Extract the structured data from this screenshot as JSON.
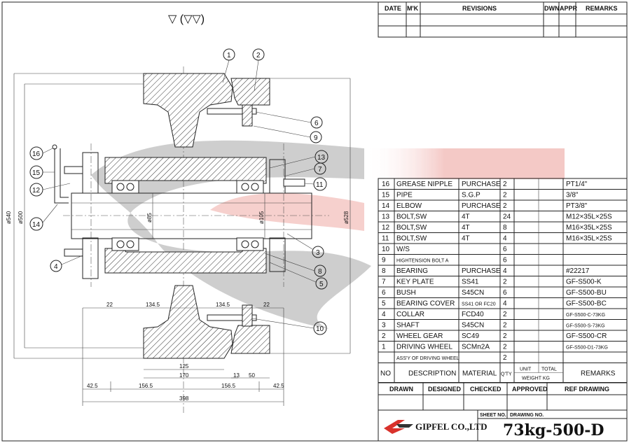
{
  "revisions": {
    "headers": [
      "DATE",
      "M'K",
      "REVISIONS",
      "DWN",
      "APPR",
      "REMARKS"
    ]
  },
  "surface_symbol": "▽ (▽▽)",
  "balloons": [
    "1",
    "2",
    "3",
    "4",
    "5",
    "6",
    "7",
    "8",
    "9",
    "10",
    "11",
    "12",
    "13",
    "14",
    "15",
    "16"
  ],
  "dimensions": {
    "d540": "ø540",
    "d500": "ø500",
    "d528": "ø528",
    "d85": "ø85",
    "d105": "ø105",
    "l22a": "22",
    "l134a": "134.5",
    "l134b": "134.5",
    "l22b": "22",
    "l125": "125",
    "l170": "170",
    "l13": "13",
    "l50": "50",
    "l42a": "42.5",
    "l156a": "156.5",
    "l156b": "156.5",
    "l42b": "42.5",
    "l398": "398"
  },
  "parts": [
    {
      "no": "16",
      "desc": "GREASE NIPPLE",
      "mat": "PURCHASE",
      "qty": "2",
      "rem": "PT1/4\""
    },
    {
      "no": "15",
      "desc": "PIPE",
      "mat": "S.G.P",
      "qty": "2",
      "rem": "3/8\""
    },
    {
      "no": "14",
      "desc": "ELBOW",
      "mat": "PURCHASE",
      "qty": "2",
      "rem": "PT3/8\""
    },
    {
      "no": "13",
      "desc": "BOLT,SW",
      "mat": "4T",
      "qty": "24",
      "rem": "M12×35L×25S"
    },
    {
      "no": "12",
      "desc": "BOLT,SW",
      "mat": "4T",
      "qty": "8",
      "rem": "M16×35L×25S"
    },
    {
      "no": "11",
      "desc": "BOLT,SW",
      "mat": "4T",
      "qty": "4",
      "rem": "M16×35L×25S"
    },
    {
      "no": "10",
      "desc": "W/S",
      "mat": "",
      "qty": "6",
      "rem": ""
    },
    {
      "no": "9",
      "desc": "HIGHTENSION BOLT A",
      "mat": "",
      "qty": "6",
      "rem": ""
    },
    {
      "no": "8",
      "desc": "BEARING",
      "mat": "PURCHASE",
      "qty": "4",
      "rem": "#22217"
    },
    {
      "no": "7",
      "desc": "KEY PLATE",
      "mat": "SS41",
      "qty": "2",
      "rem": "GF-S500-K"
    },
    {
      "no": "6",
      "desc": "BUSH",
      "mat": "S45CN",
      "qty": "6",
      "rem": "GF-S500-BU"
    },
    {
      "no": "5",
      "desc": "BEARING COVER",
      "mat": "SS41 OR FC20",
      "qty": "4",
      "rem": "GF-S500-BC"
    },
    {
      "no": "4",
      "desc": "COLLAR",
      "mat": "FCD40",
      "qty": "2",
      "rem": "GF-S500-C-73KG"
    },
    {
      "no": "3",
      "desc": "SHAFT",
      "mat": "S45CN",
      "qty": "2",
      "rem": "GF-S500-S-73KG"
    },
    {
      "no": "2",
      "desc": "WHEEL GEAR",
      "mat": "SC49",
      "qty": "2",
      "rem": "GF-S500-CR"
    },
    {
      "no": "1",
      "desc": "DRIVING WHEEL",
      "mat": "SCMn2A",
      "qty": "2",
      "rem": "GF-S500-D1-73KG"
    },
    {
      "no": "",
      "desc": "ASS'Y OF DRIVING WHEEL",
      "mat": "",
      "qty": "2",
      "rem": ""
    }
  ],
  "parts_header": {
    "no": "NO",
    "desc": "DESCRIPTION",
    "mat": "MATERIAL",
    "qty": "Q'TY",
    "unit": "UNIT",
    "total": "TOTAL",
    "weight": "WEIGHT KG",
    "rem": "REMARKS"
  },
  "title_block": {
    "drawn": "DRAWN",
    "designed": "DESIGNED",
    "checked": "CHECKED",
    "approved": "APPROVED",
    "ref": "REF DRAWING",
    "sheet_no": "SHEET NO.",
    "drawing_no": "DRAWING NO.",
    "company": "GIPFEL CO.,LTD",
    "drawing_number": "73kg-500-D"
  },
  "colors": {
    "line": "#222222",
    "watermark_red": "#d9322c",
    "watermark_gray": "#9a9a9a",
    "logo_red": "#d9322c"
  }
}
